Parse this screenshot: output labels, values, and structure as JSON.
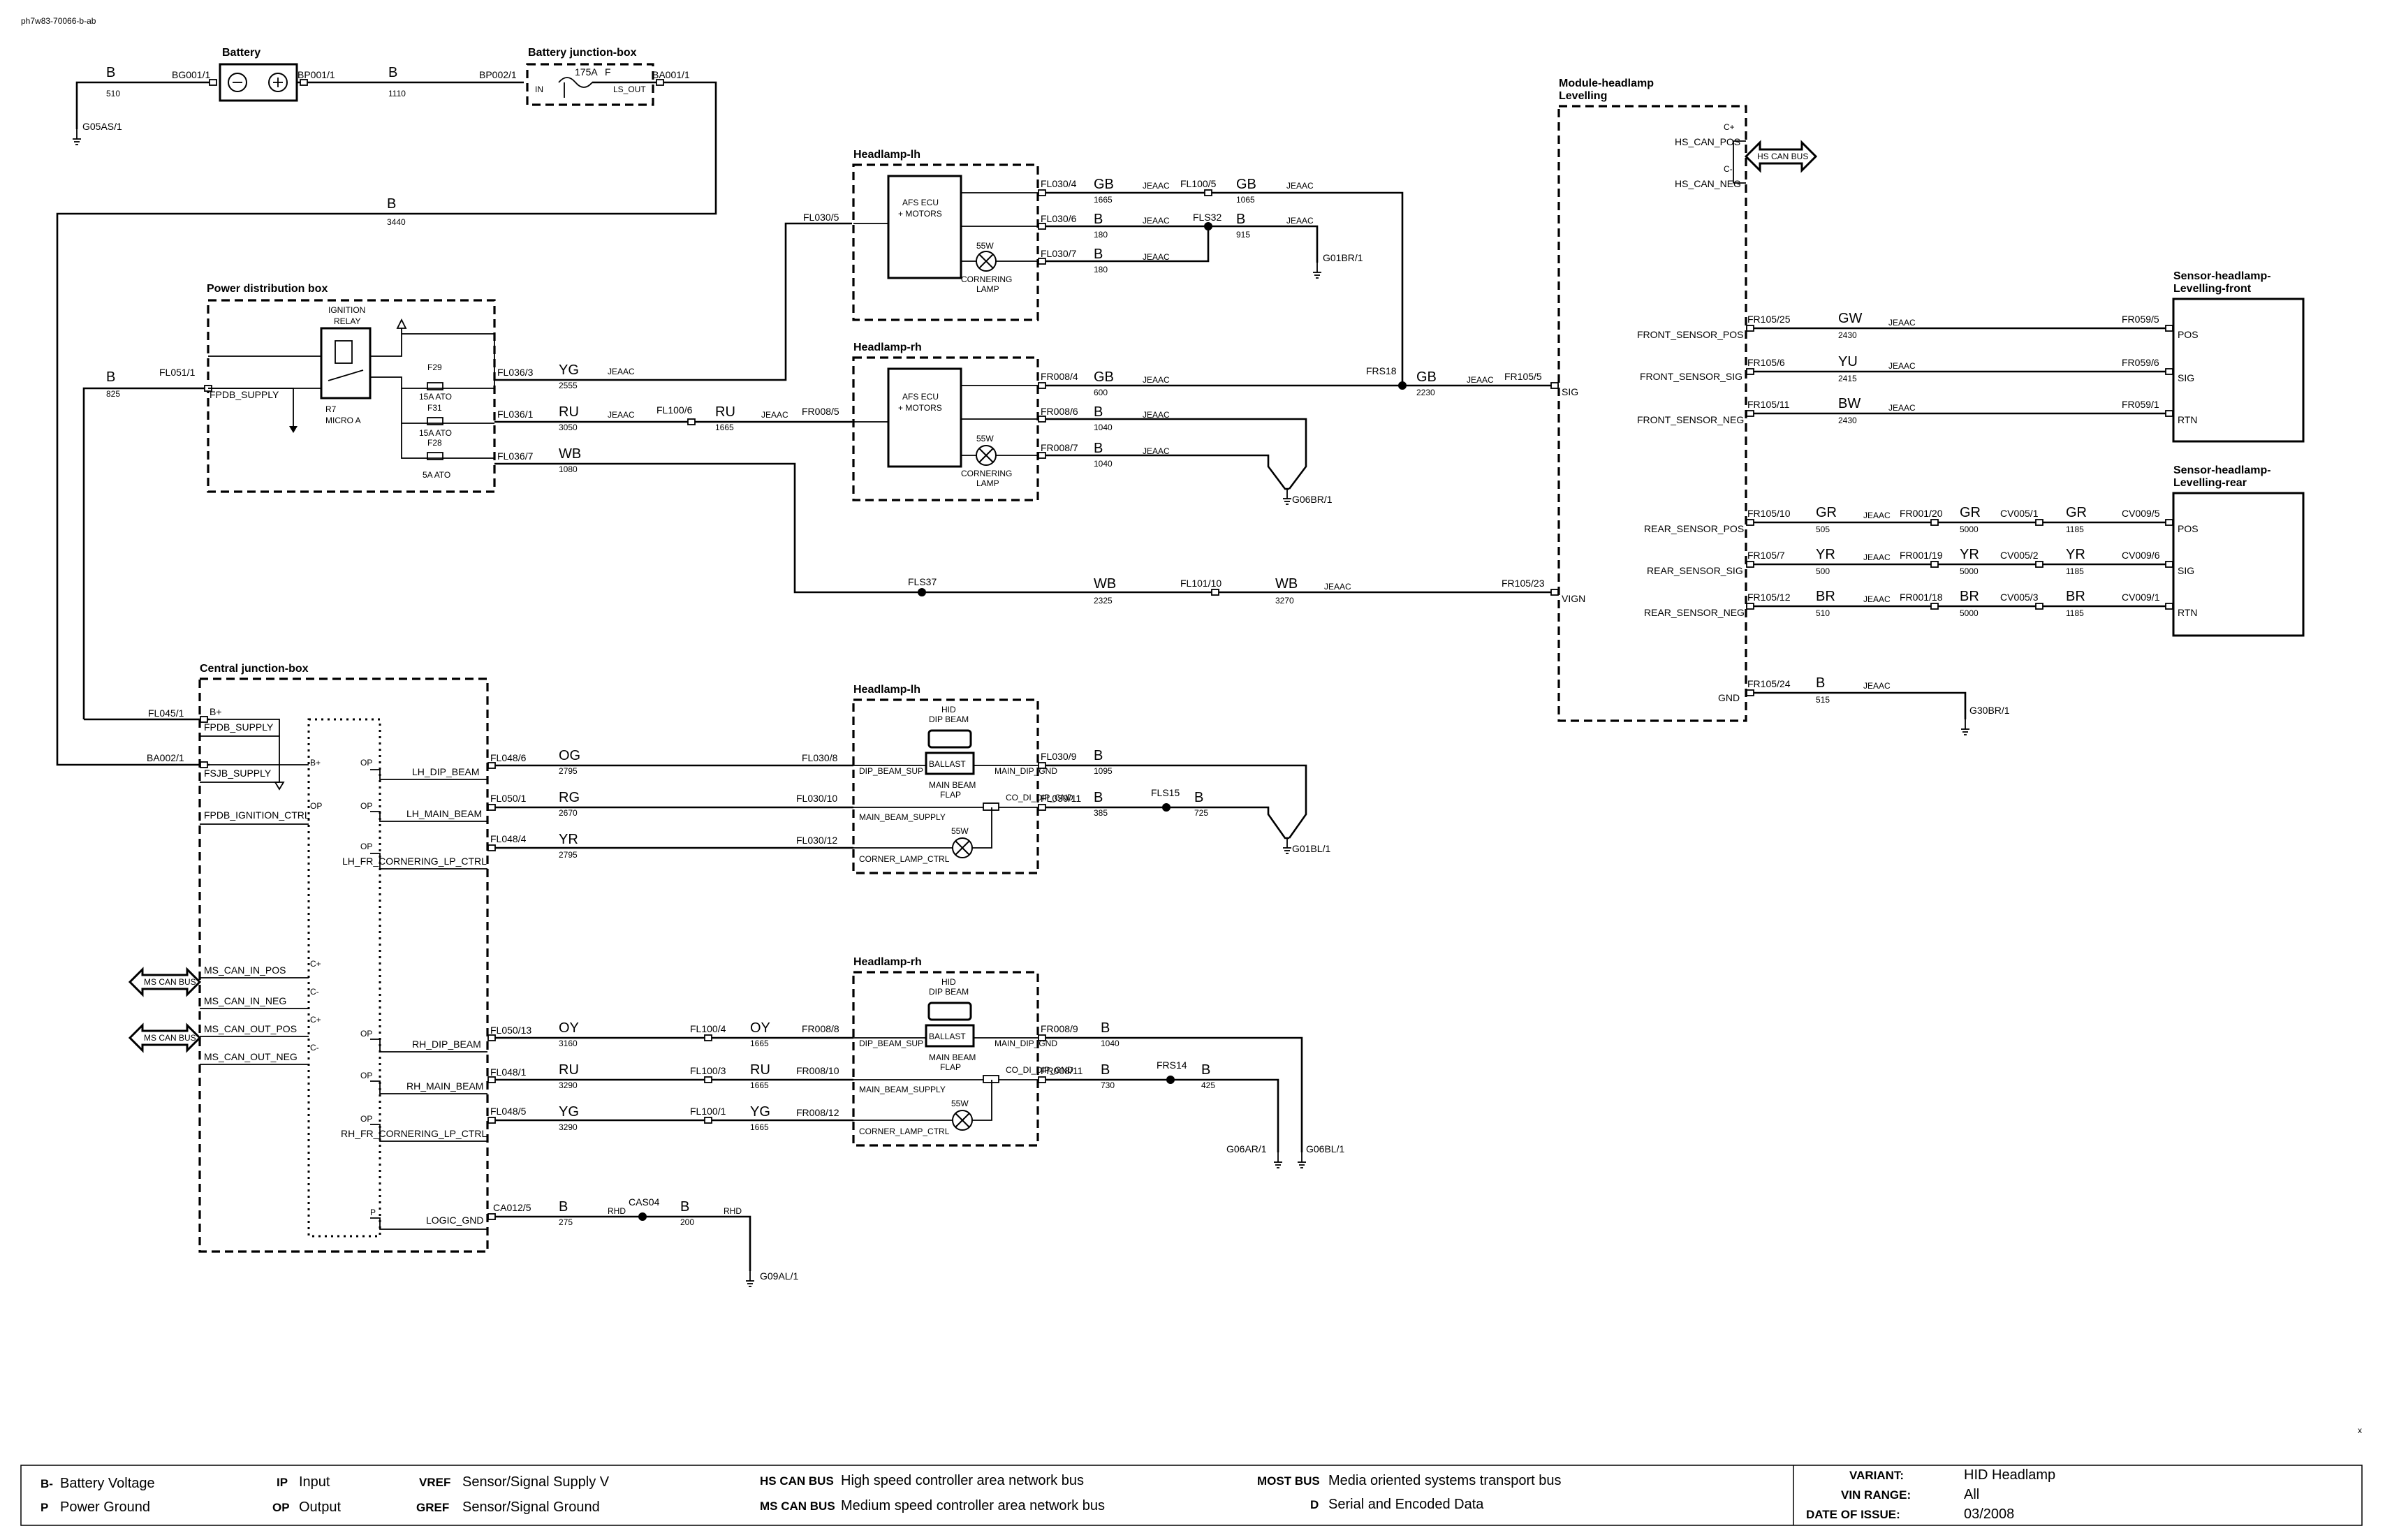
{
  "doc_id": "ph7w83-70066-b-ab",
  "components": {
    "battery": "Battery",
    "battery_jb": "Battery junction-box",
    "pdb": "Power distribution box",
    "cjb": "Central junction-box",
    "hl_lh_top": "Headlamp-lh",
    "hl_rh_top": "Headlamp-rh",
    "hl_lh_bot": "Headlamp-lh",
    "hl_rh_bot": "Headlamp-rh",
    "mod_hl_1": "Module-headlamp",
    "mod_hl_2": "Levelling",
    "sens_front_1": "Sensor-headlamp-",
    "sens_front_2": "Levelling-front",
    "sens_rear_1": "Sensor-headlamp-",
    "sens_rear_2": "Levelling-rear"
  },
  "parts": {
    "afs_1": "AFS ECU",
    "afs_2": "+ MOTORS",
    "w55": "55W",
    "corn_1": "CORNERING",
    "corn_2": "LAMP",
    "ign_1": "IGNITION",
    "ign_2": "RELAY",
    "r7": "R7",
    "micro": "MICRO A",
    "f29": "F29",
    "f29r": "15A ATO",
    "f31": "F31",
    "f31r": "15A ATO",
    "f28": "F28",
    "f28r": "5A ATO",
    "fuse175": "175A",
    "fuseF": "F",
    "bjb_in": "IN",
    "bjb_out": "LS_OUT",
    "hid_1": "HID",
    "hid_2": "DIP BEAM",
    "ballast": "BALLAST",
    "mainflap_1": "MAIN BEAM",
    "mainflap_2": "FLAP",
    "hs_can_bus": "HS CAN BUS",
    "ms_can_bus": "MS CAN BUS",
    "c_plus": "C+",
    "c_minus": "C-",
    "bplus": "B+",
    "op": "OP",
    "p": "P"
  },
  "connectors": {
    "bg001": "BG001/1",
    "bp001": "BP001/1",
    "bp002": "BP002/1",
    "ba001": "BA001/1",
    "g05as": "G05AS/1",
    "fl051": "FL051/1",
    "fpdb_supply": "FPDB_SUPPLY",
    "fl036_3": "FL036/3",
    "fl036_1": "FL036/1",
    "fl036_7": "FL036/7",
    "fl100_6": "FL100/6",
    "fr008_5": "FR008/5",
    "fl030_5": "FL030/5",
    "fl030_4": "FL030/4",
    "fl030_6": "FL030/6",
    "fl030_7": "FL030/7",
    "fl100_5": "FL100/5",
    "fls32": "FLS32",
    "g01br": "G01BR/1",
    "fr008_4": "FR008/4",
    "fr008_6": "FR008/6",
    "fr008_7": "FR008/7",
    "g06br": "G06BR/1",
    "frs18": "FRS18",
    "fr105_5": "FR105/5",
    "sig": "SIG",
    "fls37": "FLS37",
    "fl101_10": "FL101/10",
    "fr105_23": "FR105/23",
    "vign": "VIGN",
    "hs_can_pos": "HS_CAN_POS",
    "hs_can_neg": "HS_CAN_NEG",
    "fr105_25": "FR105/25",
    "fr105_6": "FR105/6",
    "fr105_11": "FR105/11",
    "front_pos": "FRONT_SENSOR_POS",
    "front_sig": "FRONT_SENSOR_SIG",
    "front_neg": "FRONT_SENSOR_NEG",
    "fr059_5": "FR059/5",
    "fr059_6": "FR059/6",
    "fr059_1": "FR059/1",
    "pos": "POS",
    "rtn": "RTN",
    "fr105_10": "FR105/10",
    "fr105_7": "FR105/7",
    "fr105_12": "FR105/12",
    "rear_pos": "REAR_SENSOR_POS",
    "rear_sig": "REAR_SENSOR_SIG",
    "rear_neg": "REAR_SENSOR_NEG",
    "fr001_20": "FR001/20",
    "fr001_19": "FR001/19",
    "fr001_18": "FR001/18",
    "cv005_1": "CV005/1",
    "cv005_2": "CV005/2",
    "cv005_3": "CV005/3",
    "cv009_5": "CV009/5",
    "cv009_6": "CV009/6",
    "cv009_1": "CV009/1",
    "fr105_24": "FR105/24",
    "gnd": "GND",
    "g30br": "G30BR/1",
    "fl045": "FL045/1",
    "ba002": "BA002/1",
    "fsjb_supply": "FSJB_SUPPLY",
    "fpdb_ign": "FPDB_IGNITION_CTRL",
    "fl048_6": "FL048/6",
    "fl050_1": "FL050/1",
    "fl048_4": "FL048/4",
    "lh_dip": "LH_DIP_BEAM",
    "lh_main": "LH_MAIN_BEAM",
    "lh_corner": "LH_FR_CORNERING_LP_CTRL",
    "fl030_8": "FL030/8",
    "fl030_10": "FL030/10",
    "fl030_12": "FL030/12",
    "fl030_9": "FL030/9",
    "fl030_11": "FL030/11",
    "fls15": "FLS15",
    "g01bl": "G01BL/1",
    "dip_sup": "DIP_BEAM_SUP",
    "main_sup": "MAIN_BEAM_SUPPLY",
    "corner_ctrl": "CORNER_LAMP_CTRL",
    "main_dip_gnd": "MAIN_DIP_GND",
    "co_di_gnd": "CO_DI_DIP_GND",
    "ms_in_pos": "MS_CAN_IN_POS",
    "ms_in_neg": "MS_CAN_IN_NEG",
    "ms_out_pos": "MS_CAN_OUT_POS",
    "ms_out_neg": "MS_CAN_OUT_NEG",
    "fl050_13": "FL050/13",
    "fl048_1": "FL048/1",
    "fl048_5": "FL048/5",
    "rh_dip": "RH_DIP_BEAM",
    "rh_main": "RH_MAIN_BEAM",
    "rh_corner": "RH_FR_CORNERING_LP_CTRL",
    "fl100_4": "FL100/4",
    "fl100_3": "FL100/3",
    "fl100_1": "FL100/1",
    "fr008_8": "FR008/8",
    "fr008_10": "FR008/10",
    "fr008_12": "FR008/12",
    "fr008_9": "FR008/9",
    "fr008_11": "FR008/11",
    "frs14": "FRS14",
    "g06ar": "G06AR/1",
    "g06bl": "G06BL/1",
    "ca012": "CA012/5",
    "logic_gnd": "LOGIC_GND",
    "cas04": "CAS04",
    "rhd": "RHD",
    "g09al": "G09AL/1"
  },
  "wires": {
    "b": "B",
    "gb": "GB",
    "yg": "YG",
    "ru": "RU",
    "wb": "WB",
    "gw": "GW",
    "yu": "YU",
    "bw": "BW",
    "gr": "GR",
    "yr": "YR",
    "br": "BR",
    "og": "OG",
    "rg": "RG",
    "oy": "OY",
    "jeaac": "JEAAC",
    "n510": "510",
    "n1110": "1110",
    "n3440": "3440",
    "n825": "825",
    "n2555": "2555",
    "n3050": "3050",
    "n1665": "1665",
    "n1080": "1080",
    "n1065": "1065",
    "n180": "180",
    "n915": "915",
    "n600": "600",
    "n1040": "1040",
    "n2230": "2230",
    "n2325": "2325",
    "n3270": "3270",
    "n2430": "2430",
    "n2415": "2415",
    "n505": "505",
    "n5000": "5000",
    "n1185": "1185",
    "n500": "500",
    "n515": "515",
    "n2795": "2795",
    "n2670": "2670",
    "n1095": "1095",
    "n385": "385",
    "n725": "725",
    "n3160": "3160",
    "n3290": "3290",
    "n730": "730",
    "n425": "425",
    "n275": "275",
    "n200": "200"
  },
  "legend": {
    "bminus_k": "B-",
    "bminus_v": "Battery Voltage",
    "p_k": "P",
    "p_v": "Power Ground",
    "ip_k": "IP",
    "ip_v": "Input",
    "op_k": "OP",
    "op_v": "Output",
    "vref_k": "VREF",
    "vref_v": "Sensor/Signal Supply V",
    "gref_k": "GREF",
    "gref_v": "Sensor/Signal Ground",
    "hs_k": "HS CAN BUS",
    "hs_v": "High speed controller area network bus",
    "ms_k": "MS CAN BUS",
    "ms_v": "Medium speed controller area network bus",
    "most_k": "MOST BUS",
    "most_v": "Media oriented systems transport bus",
    "d_k": "D",
    "d_v": "Serial and Encoded Data",
    "variant_k": "VARIANT:",
    "variant_v": "HID Headlamp",
    "vin_k": "VIN RANGE:",
    "vin_v": "All",
    "date_k": "DATE OF ISSUE:",
    "date_v": "03/2008"
  }
}
